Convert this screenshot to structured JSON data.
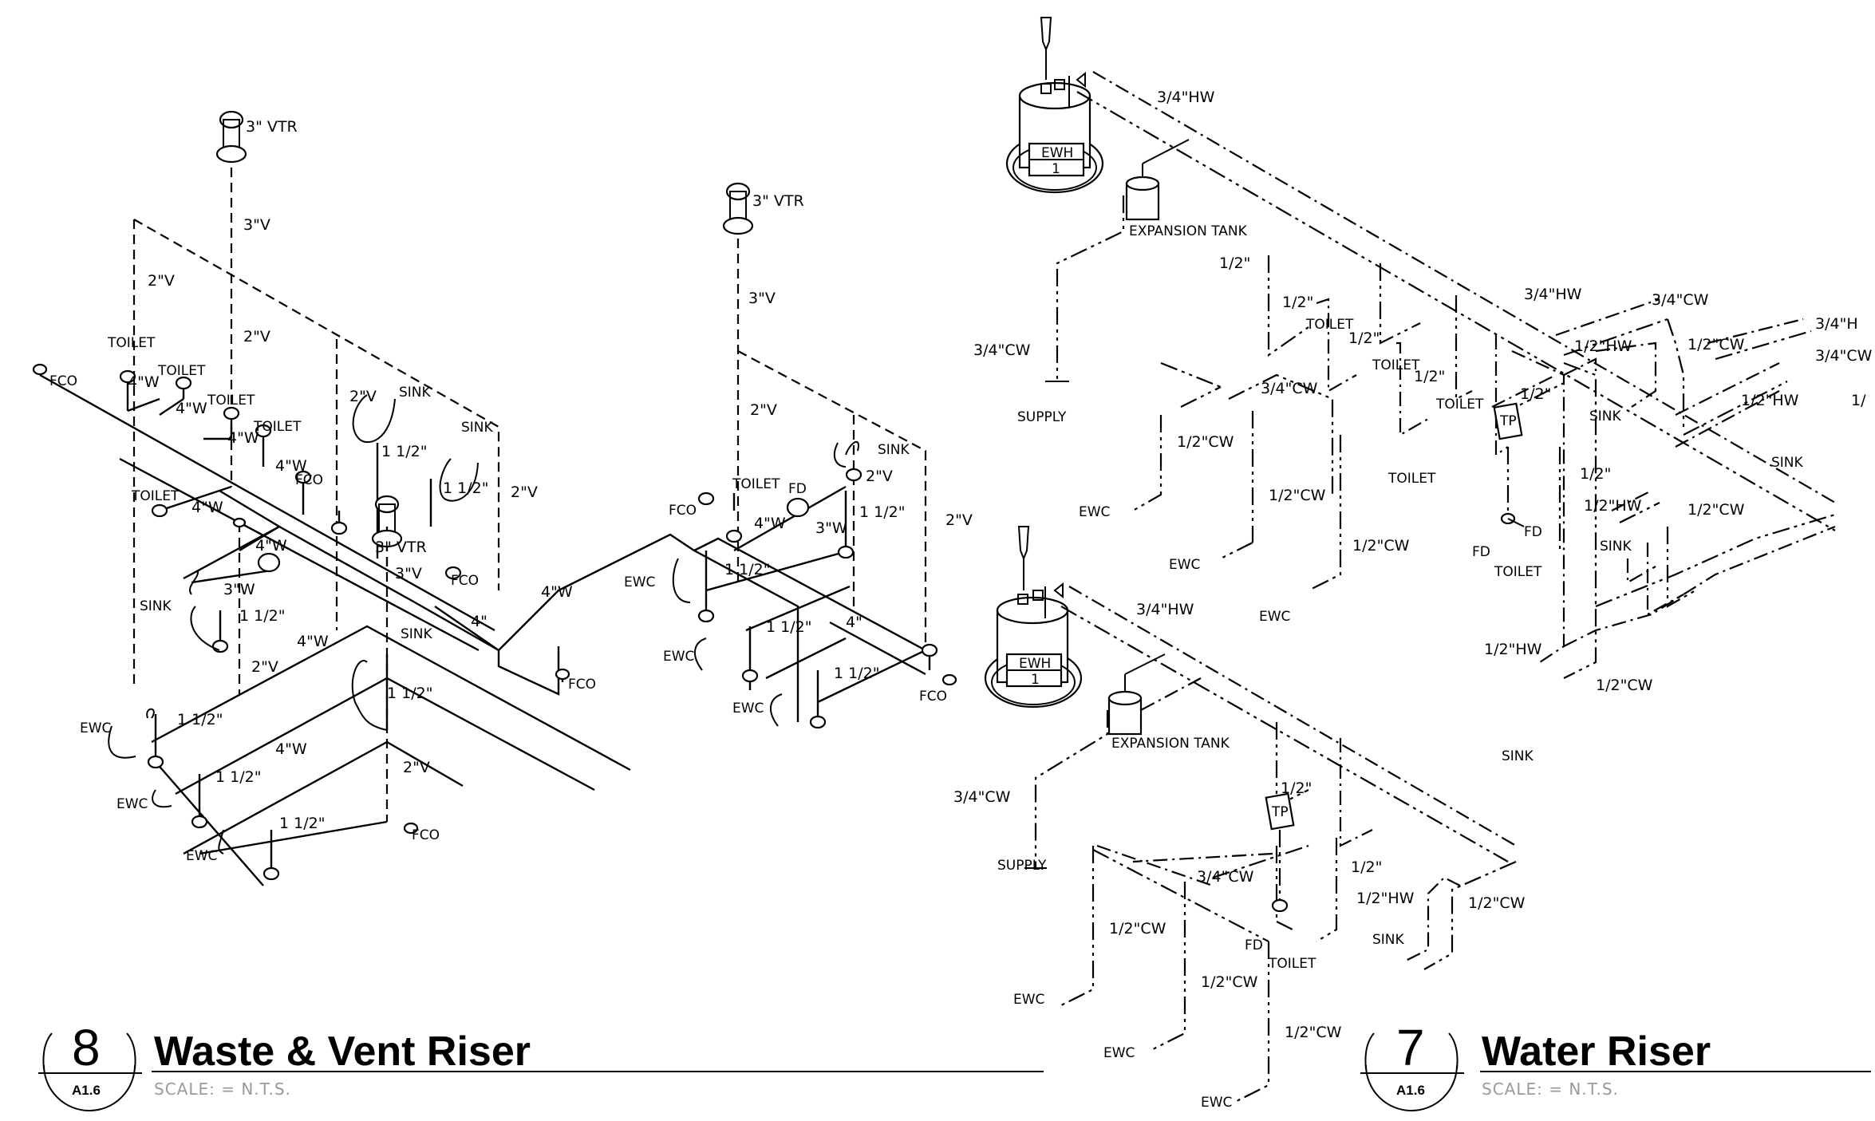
{
  "waste_vent": {
    "labels": {
      "vtr_3": "3\" VTR",
      "v_3": "3\"V",
      "v_2": "2\"V",
      "w_4": "4\"W",
      "w_3": "3\"W",
      "w_4_short": "4\"",
      "size_1_5": "1 1/2\"",
      "toilet": "TOILET",
      "sink": "SINK",
      "ewc": "EWC",
      "fco": "FCO",
      "fd": "FD"
    },
    "panel": {
      "number": "8",
      "sheet_ref": "A1.6",
      "title": "Waste & Vent Riser",
      "scale": "SCALE: = N.T.S."
    }
  },
  "water": {
    "labels": {
      "hw_3_4": "3/4\"HW",
      "cw_3_4": "3/4\"CW",
      "hw_1_2": "1/2\"HW",
      "cw_1_2": "1/2\"CW",
      "size_1_2": "1/2\"",
      "hw_3_4_cut": "3/4\"H",
      "cw_3_4_cut": "3/4\"CW",
      "size_1_cut": "1/",
      "ewh": "EWH",
      "ewh_num": "1",
      "expansion_tank": "EXPANSION TANK",
      "supply": "SUPPLY",
      "toilet": "TOILET",
      "sink": "SINK",
      "ewc": "EWC",
      "fd": "FD",
      "tp": "TP"
    },
    "panel": {
      "number": "7",
      "sheet_ref": "A1.6",
      "title": "Water Riser",
      "scale": "SCALE: = N.T.S."
    }
  }
}
